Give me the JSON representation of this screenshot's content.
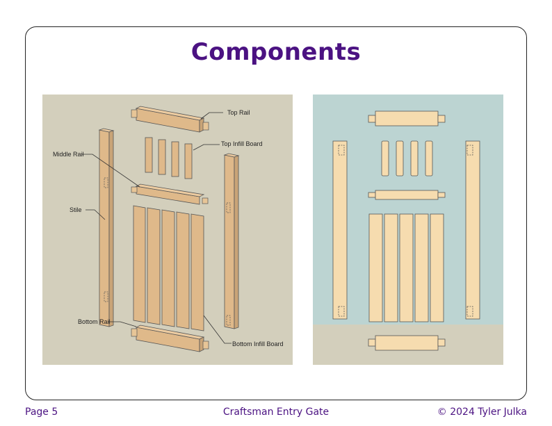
{
  "title": "Components",
  "labels": {
    "top_rail": "Top Rail",
    "top_infill": "Top Infill Board",
    "middle_rail": "Middle Rail",
    "stile": "Stile",
    "bottom_rail": "Bottom Rail",
    "bottom_infill": "Bottom Infill Board"
  },
  "footer": {
    "page": "Page 5",
    "center": "Craftsman Entry Gate",
    "copyright": "© 2024 Tyler Julka"
  },
  "colors": {
    "accent": "#4b1282",
    "left_bg": "#d3cfbc",
    "right_bg": "#bcd4d2",
    "right_floor": "#d3cfbc",
    "wood": "#dfb98a",
    "wood_light": "#f6dcaf"
  }
}
